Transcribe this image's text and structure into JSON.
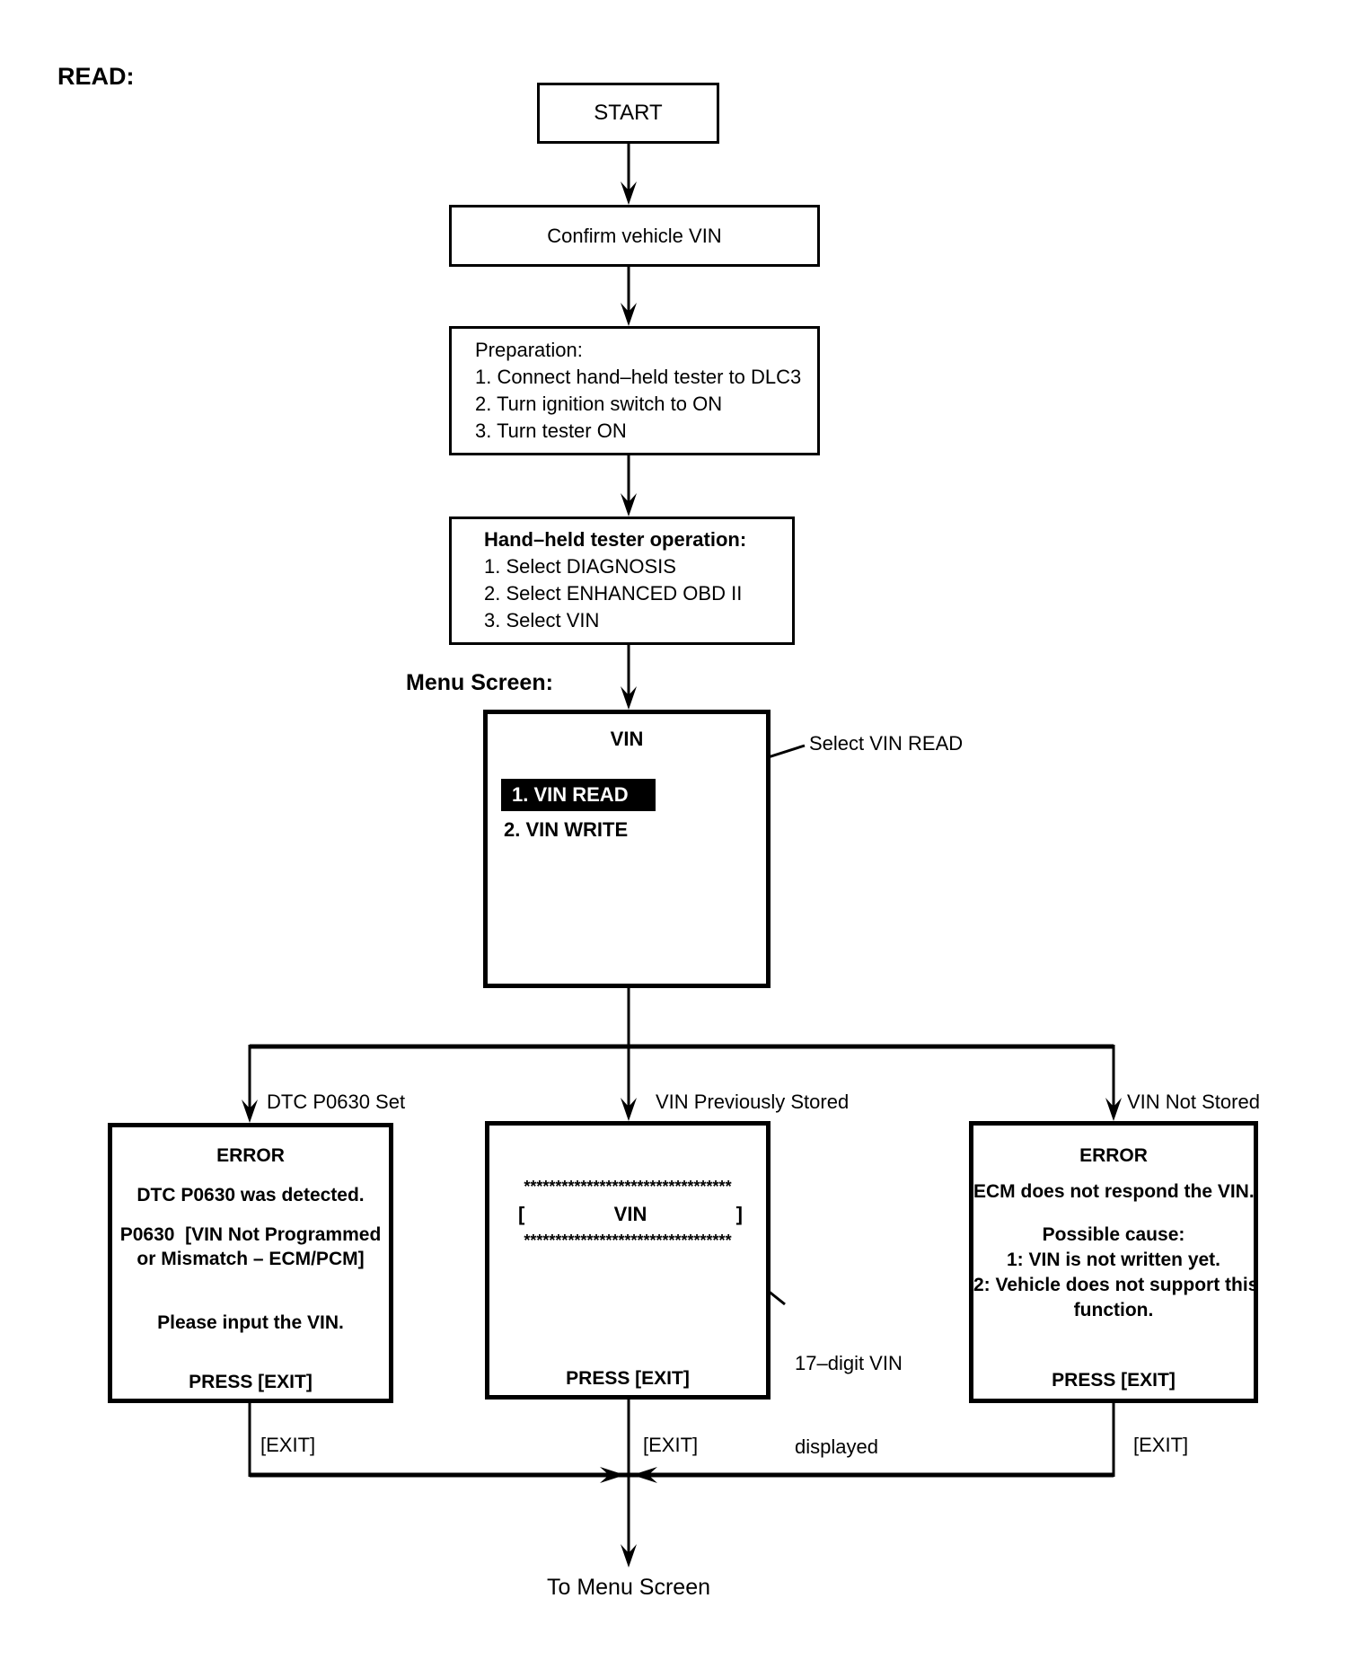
{
  "page": {
    "read_label": "READ:",
    "menu_screen_label": "Menu Screen:",
    "to_menu_screen": "To Menu Screen"
  },
  "nodes": {
    "start": "START",
    "confirm": "Confirm vehicle VIN",
    "preparation": {
      "title": "Preparation:",
      "steps": [
        "1. Connect hand–held tester to DLC3",
        "2. Turn ignition switch to ON",
        "3. Turn tester ON"
      ]
    },
    "tester_operation": {
      "title": "Hand–held tester operation:",
      "steps": [
        "1. Select DIAGNOSIS",
        "2. Select ENHANCED OBD II",
        "3. Select VIN"
      ]
    },
    "menu": {
      "title": "VIN",
      "items": [
        {
          "label": "1. VIN READ",
          "selected": true
        },
        {
          "label": "2. VIN WRITE",
          "selected": false
        }
      ]
    }
  },
  "annotations": {
    "select_vin_read": "Select VIN READ",
    "vin_digits_line1": "17–digit VIN",
    "vin_digits_line2": "displayed"
  },
  "branch_labels": {
    "left": "DTC P0630 Set",
    "middle": "VIN Previously Stored",
    "right": "VIN Not Stored"
  },
  "error_left": {
    "title": "ERROR",
    "lines": [
      "DTC P0630 was detected.",
      "P0630  [VIN Not Programmed",
      "or Mismatch – ECM/PCM]",
      "Please input the VIN."
    ],
    "press": "PRESS [EXIT]"
  },
  "screen_middle": {
    "stars": "*********************************",
    "bracket_open": "[",
    "vin_label": "VIN",
    "bracket_close": "]",
    "press": "PRESS [EXIT]"
  },
  "error_right": {
    "title": "ERROR",
    "lines": [
      "ECM does not respond the VIN.",
      "Possible cause:",
      "1: VIN is not written yet.",
      "2: Vehicle does not support this",
      "function."
    ],
    "press": "PRESS [EXIT]"
  },
  "exit_labels": {
    "left": "[EXIT]",
    "middle": "[EXIT]",
    "right": "[EXIT]"
  }
}
